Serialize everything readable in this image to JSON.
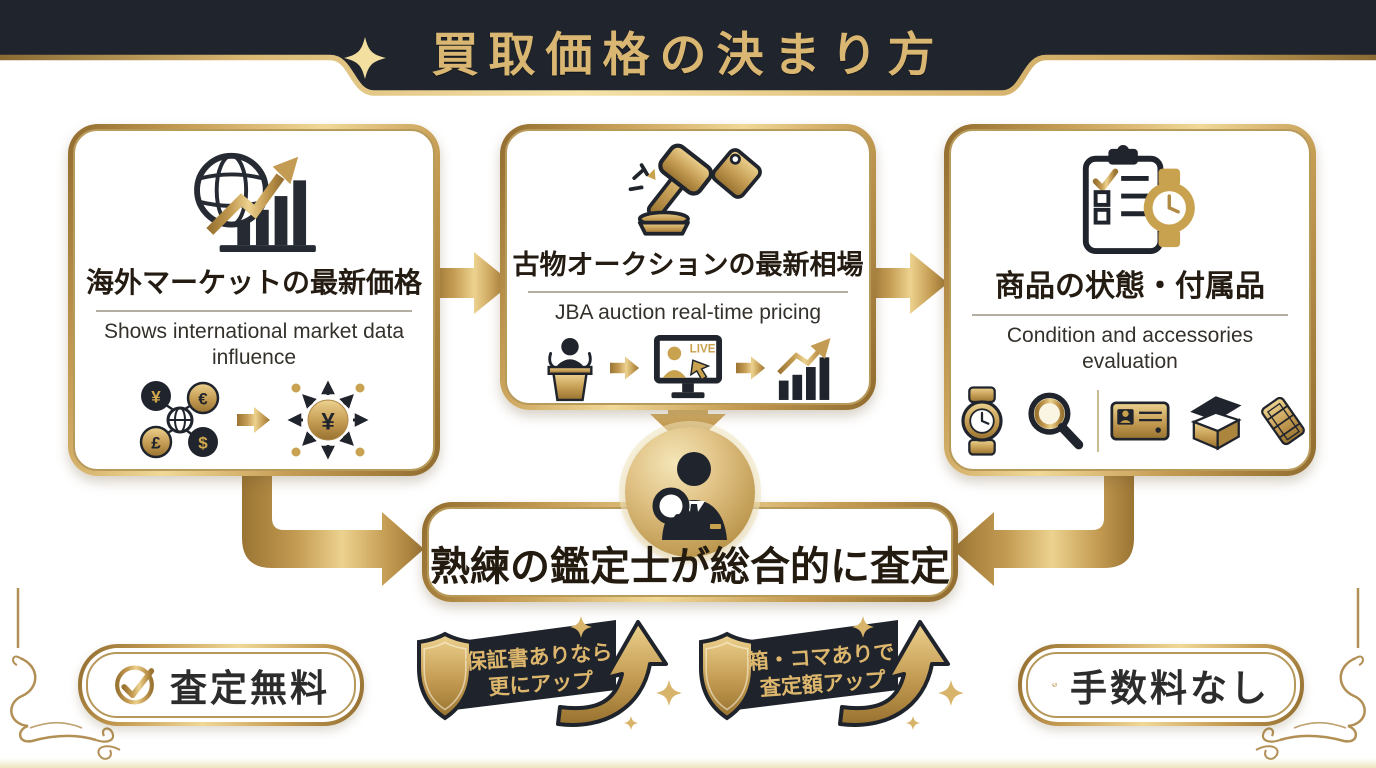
{
  "header": {
    "title": "買取価格の決まり方"
  },
  "steps": [
    {
      "title": "海外マーケットの最新価格",
      "subtitle": "Shows international market data influence"
    },
    {
      "title": "古物オークションの最新相場",
      "subtitle": "JBA auction real-time pricing",
      "live_label": "LIVE"
    },
    {
      "title": "商品の状態・付属品",
      "subtitle": "Condition and accessories evaluation"
    }
  ],
  "currencies": {
    "yen": "¥",
    "euro": "€",
    "pound": "£",
    "dollar": "$"
  },
  "conclusion": {
    "title": "熟練の鑑定士が総合的に査定"
  },
  "features": {
    "left": "査定無料",
    "right": "手数料なし"
  },
  "bonus_banners": [
    {
      "line1": "保証書ありなら",
      "line2": "更にアップ"
    },
    {
      "line1": "箱・コマありで",
      "line2": "査定額アップ"
    }
  ],
  "colors": {
    "gold": "#c9a250",
    "gold_light": "#eed9a0",
    "gold_dark": "#8f6b2e",
    "ink": "#20242c",
    "title_gold": "#d9b671"
  }
}
